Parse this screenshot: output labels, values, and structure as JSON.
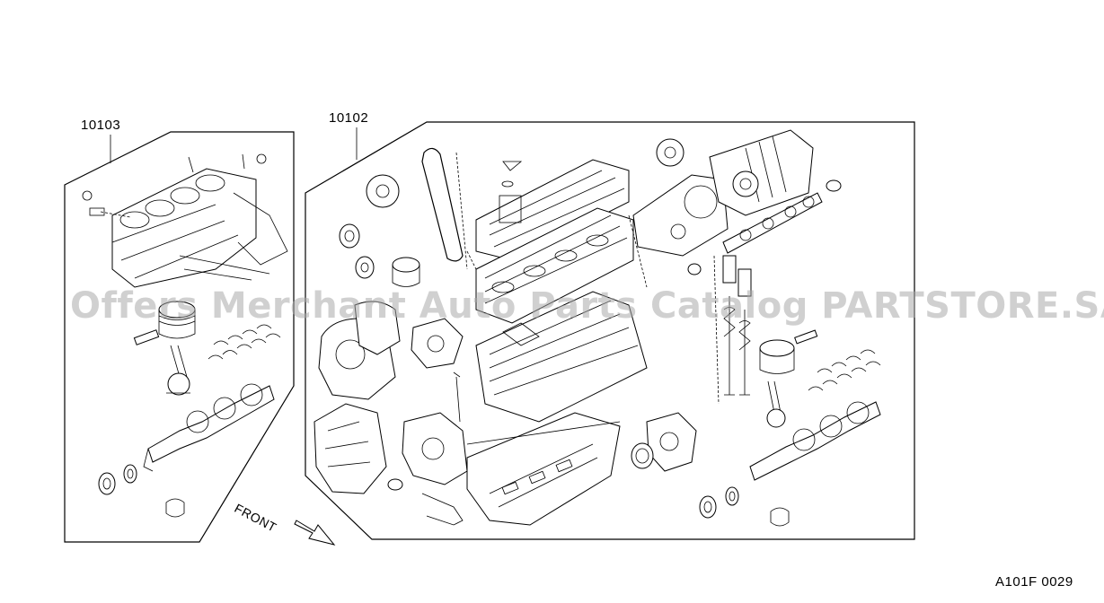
{
  "parts": {
    "left_group": {
      "part_number": "10103"
    },
    "right_group": {
      "part_number": "10102"
    }
  },
  "direction_label": "FRONT",
  "watermark": "Offers Merchant Auto Parts Catalog PARTSTORE.SA",
  "figure_code": "A101F 0029"
}
